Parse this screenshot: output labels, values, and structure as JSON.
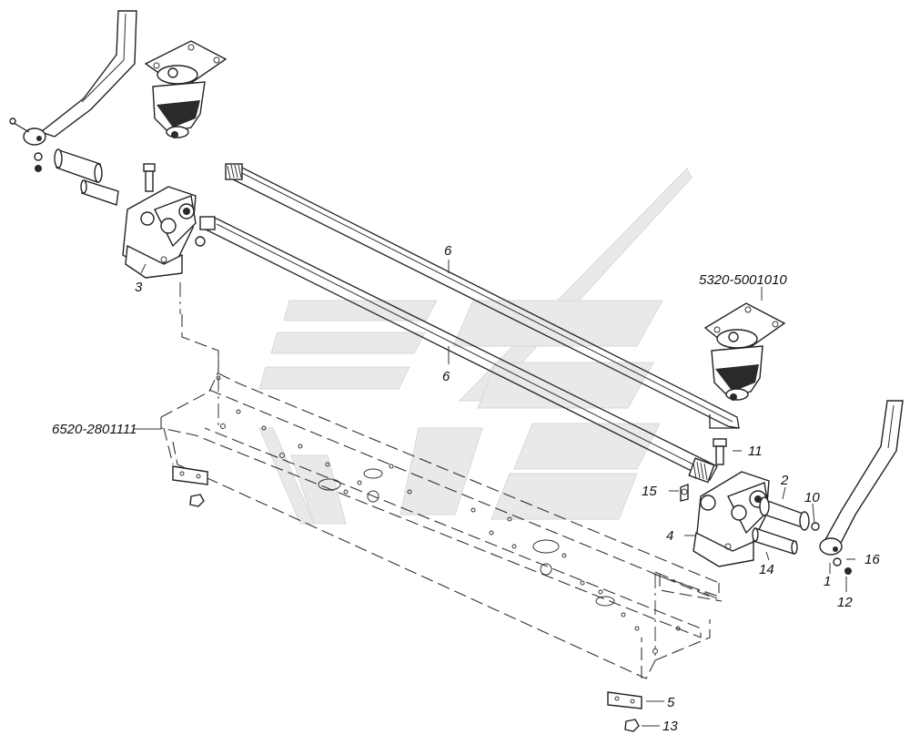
{
  "labels": {
    "mount_assy": "5320-5001010",
    "frame": "6520-2801111",
    "p1": "1",
    "p2": "2",
    "p3": "3",
    "p4": "4",
    "p5": "5",
    "p6a": "6",
    "p6b": "6",
    "p10": "10",
    "p11": "11",
    "p12": "12",
    "p13": "13",
    "p14": "14",
    "p15": "15",
    "p16": "16"
  },
  "colors": {
    "line": "#222222",
    "watermark": "#e9e9e9"
  }
}
